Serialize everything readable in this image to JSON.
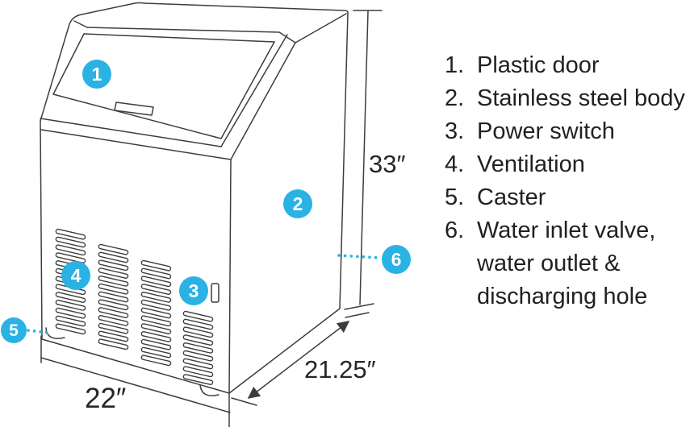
{
  "figure": {
    "subject": "ice machine parts and dimensions diagram",
    "accent_color": "#29b2e3",
    "line_color": "#3d3d3d",
    "text_color": "#212121"
  },
  "dimensions": {
    "height_label": "33″",
    "width_label": "22″",
    "depth_label": "21.25″"
  },
  "callouts": [
    {
      "number": "1"
    },
    {
      "number": "2"
    },
    {
      "number": "3"
    },
    {
      "number": "4"
    },
    {
      "number": "5"
    },
    {
      "number": "6"
    }
  ],
  "legend": {
    "items": [
      {
        "number": "1.",
        "lines": [
          "Plastic door"
        ]
      },
      {
        "number": "2.",
        "lines": [
          "Stainless steel body"
        ]
      },
      {
        "number": "3.",
        "lines": [
          "Power switch"
        ]
      },
      {
        "number": "4.",
        "lines": [
          "Ventilation"
        ]
      },
      {
        "number": "5.",
        "lines": [
          "Caster"
        ]
      },
      {
        "number": "6.",
        "lines": [
          "Water inlet valve,",
          "water outlet &",
          "discharging hole"
        ]
      }
    ]
  }
}
